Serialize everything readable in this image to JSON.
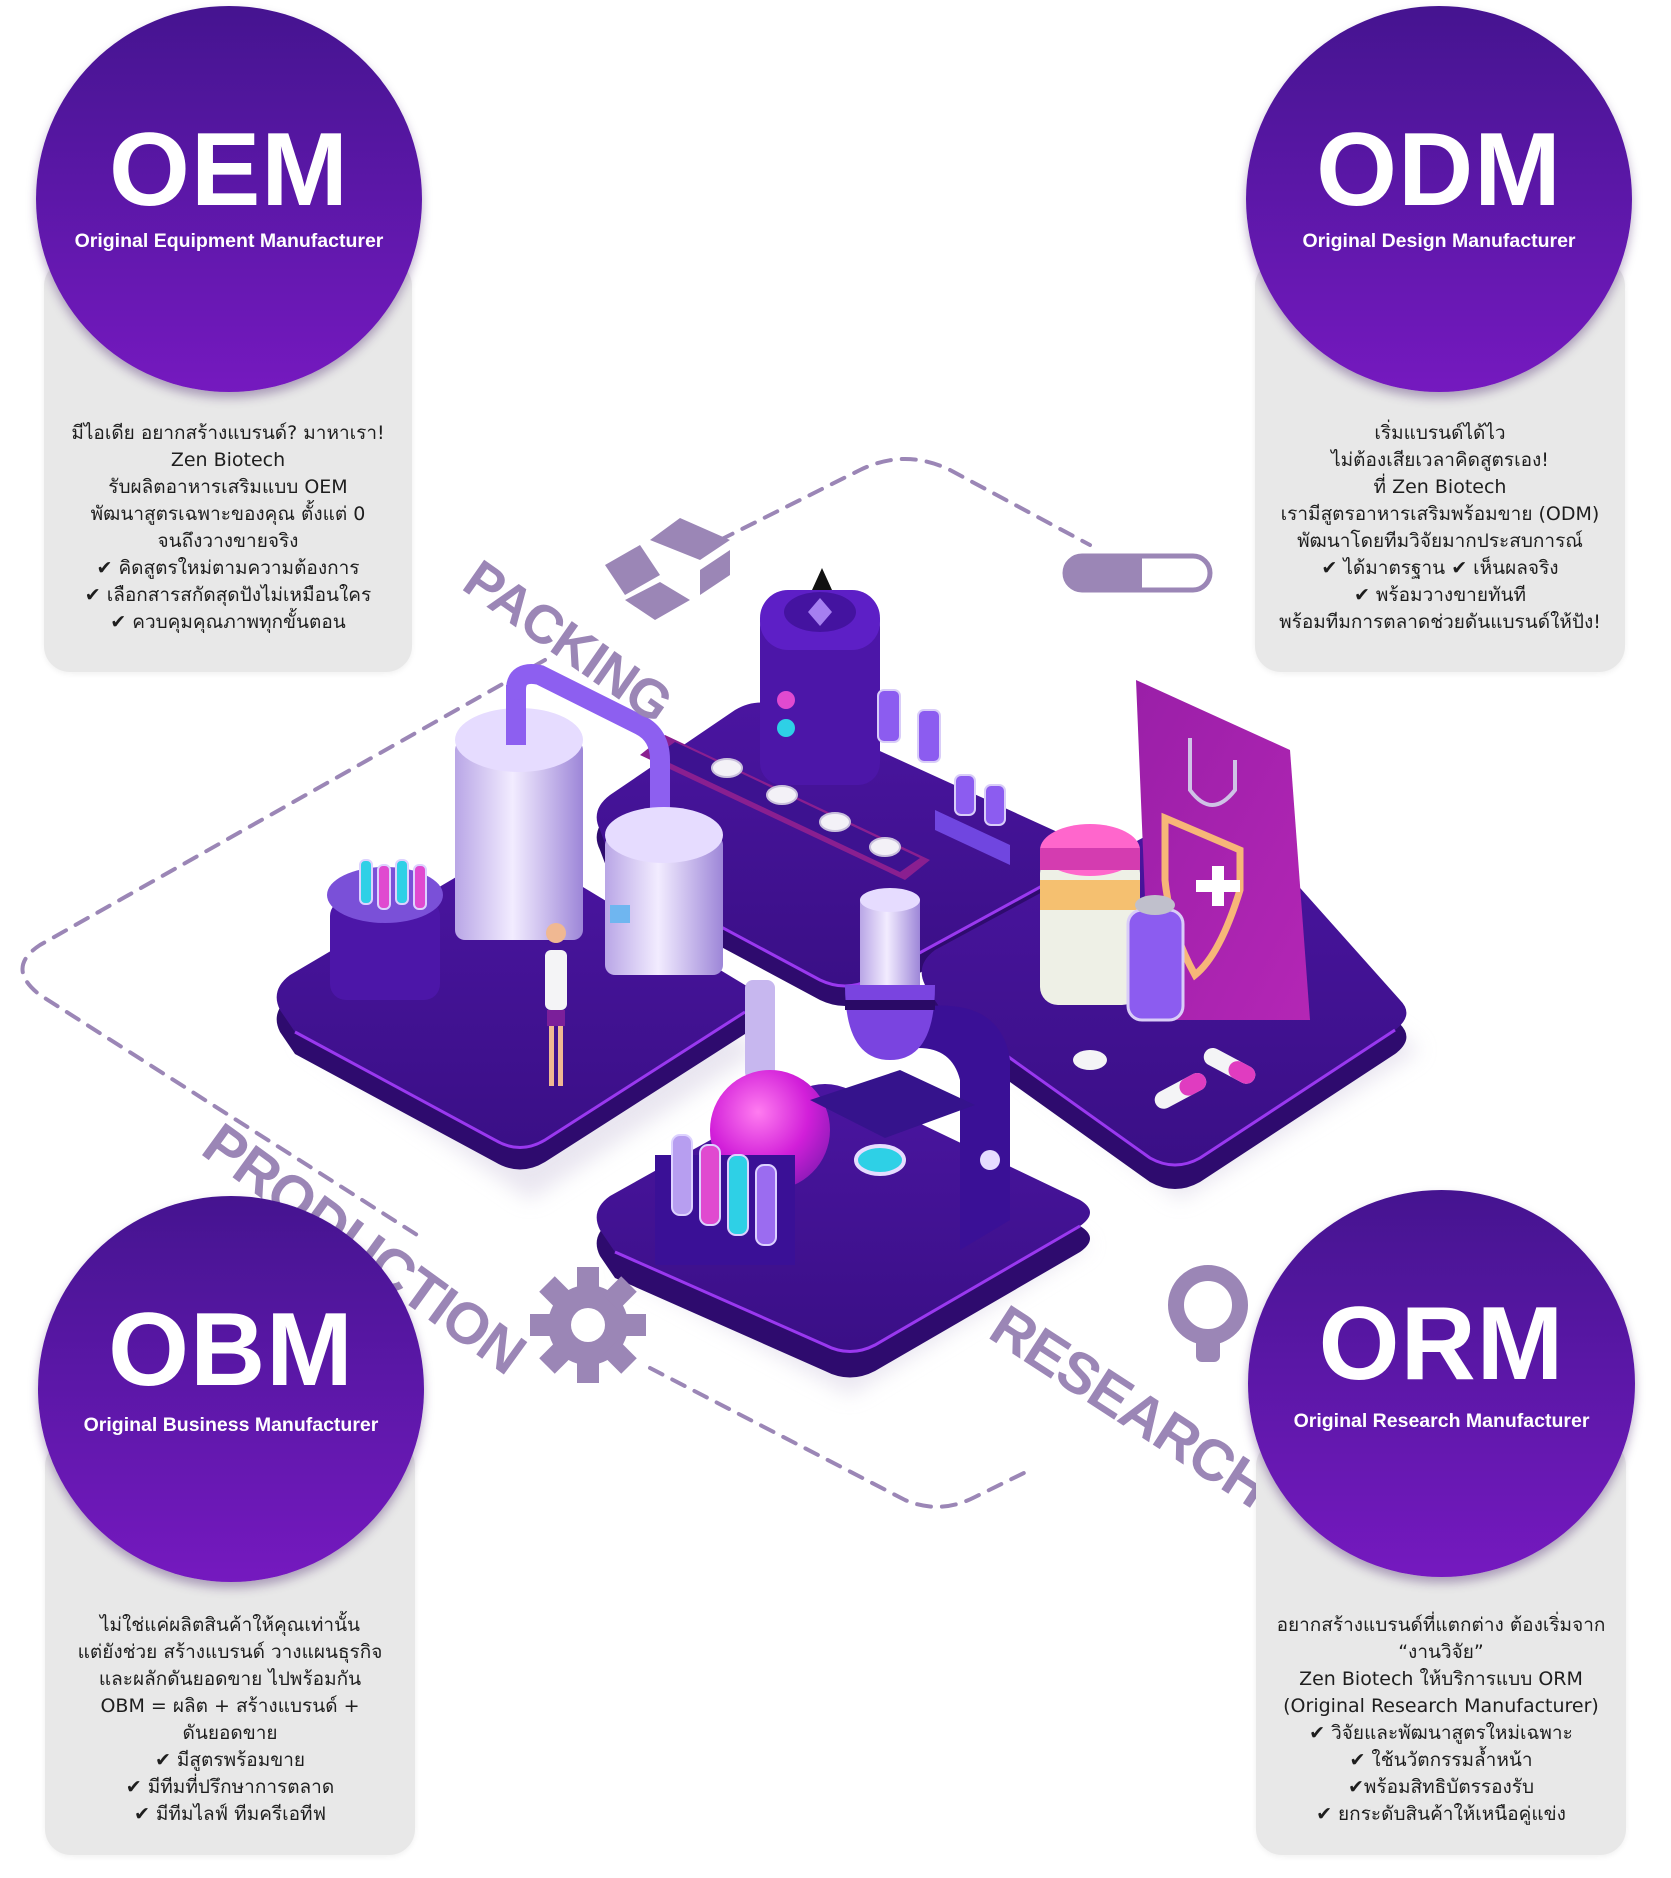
{
  "colors": {
    "circle_top": "#451490",
    "circle_bottom": "#7519bf",
    "card_bg": "#e8e8e8",
    "label": "#9b86b6",
    "platform": "#3f118a",
    "platform_edge": "#8a2be2"
  },
  "stages": {
    "packing": "PACKING",
    "production": "PRODUCTION",
    "research": "RESEARCH"
  },
  "icons": {
    "packing": "box-icon",
    "capsule": "capsule-icon",
    "production": "gear-icon",
    "research": "magnifier-icon"
  },
  "services": {
    "oem": {
      "abbr": "OEM",
      "full": "Original Equipment Manufacturer",
      "lines": [
        "มีไอเดีย อยากสร้างแบรนด์? มาหาเรา!",
        "Zen Biotech",
        "รับผลิตอาหารเสริมแบบ OEM",
        "พัฒนาสูตรเฉพาะของคุณ ตั้งแต่ 0",
        "จนถึงวางขายจริง",
        "✔ คิดสูตรใหม่ตามความต้องการ",
        "✔ เลือกสารสกัดสุดปังไม่เหมือนใคร",
        "✔ ควบคุมคุณภาพทุกขั้นตอน"
      ]
    },
    "odm": {
      "abbr": "ODM",
      "full": "Original Design Manufacturer",
      "lines": [
        "เริ่มแบรนด์ได้ไว",
        "ไม่ต้องเสียเวลาคิดสูตรเอง!",
        "ที่ Zen Biotech",
        "เรามีสูตรอาหารเสริมพร้อมขาย (ODM)",
        "พัฒนาโดยทีมวิจัยมากประสบการณ์",
        "✔ ได้มาตรฐาน ✔ เห็นผลจริง",
        "✔ พร้อมวางขายทันที",
        "พร้อมทีมการตลาดช่วยดันแบรนด์ให้ปัง!"
      ]
    },
    "obm": {
      "abbr": "OBM",
      "full": "Original Business Manufacturer",
      "lines": [
        "ไม่ใช่แค่ผลิตสินค้าให้คุณเท่านั้น",
        "แต่ยังช่วย สร้างแบรนด์ วางแผนธุรกิจ",
        "และผลักดันยอดขาย ไปพร้อมกัน",
        "OBM = ผลิต + สร้างแบรนด์ +",
        "ดันยอดขาย",
        "✔ มีสูตรพร้อมขาย",
        "✔ มีทีมที่ปรึกษาการตลาด",
        "✔ มีทีมไลฟ์ ทีมครีเอทีฟ"
      ]
    },
    "orm": {
      "abbr": "ORM",
      "full": "Original Research Manufacturer",
      "lines": [
        "อยากสร้างแบรนด์ที่แตกต่าง ต้องเริ่มจาก",
        "“งานวิจัย”",
        "Zen Biotech ให้บริการแบบ ORM",
        "(Original Research Manufacturer)",
        "✔ วิจัยและพัฒนาสูตรใหม่เฉพาะ",
        "✔ ใช้นวัตกรรมล้ำหน้า",
        "✔พร้อมสิทธิบัตรรองรับ",
        "✔ ยกระดับสินค้าให้เหนือคู่แข่ง"
      ]
    }
  }
}
